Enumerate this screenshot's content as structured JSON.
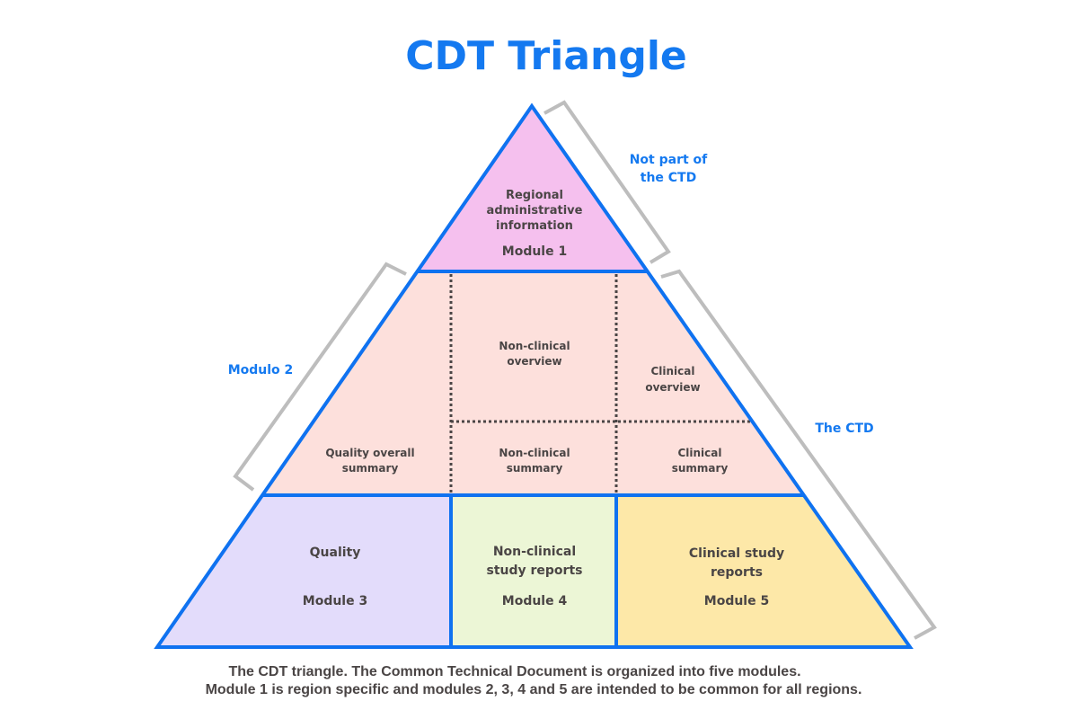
{
  "title": "CDT Triangle",
  "colors": {
    "accent": "#1479f0",
    "outline": "#0f72f0",
    "text": "#4a4545",
    "bracket": "#bdbdbd",
    "module1_fill": "#f5c0ee",
    "module2_fill": "#fde0dc",
    "module3_fill": "#e3dcfb",
    "module4_fill": "#ecf6d6",
    "module5_fill": "#fde8a8"
  },
  "module1": {
    "lines": [
      "Regional",
      "administrative",
      "information"
    ],
    "label": "Module 1"
  },
  "module2": {
    "quality_overall_summary": [
      "Quality overall",
      "summary"
    ],
    "nonclinical_overview": [
      "Non-clinical",
      "overview"
    ],
    "nonclinical_summary": [
      "Non-clinical",
      "summary"
    ],
    "clinical_overview": [
      "Clinical",
      "overview"
    ],
    "clinical_summary": [
      "Clinical",
      "summary"
    ]
  },
  "module3": {
    "lines": [
      "Quality"
    ],
    "label": "Module 3"
  },
  "module4": {
    "lines": [
      "Non-clinical",
      "study reports"
    ],
    "label": "Module 4"
  },
  "module5": {
    "lines": [
      "Clinical study",
      "reports"
    ],
    "label": "Module 5"
  },
  "side_labels": {
    "not_part": [
      "Not part of",
      "the CTD"
    ],
    "modulo2": "Modulo 2",
    "the_ctd": "The CTD"
  },
  "caption": [
    "The  CDT triangle. The Common Technical Document is organized into five modules.",
    "Module 1 is region specific and modules 2, 3, 4 and 5 are intended to be common for all regions."
  ]
}
